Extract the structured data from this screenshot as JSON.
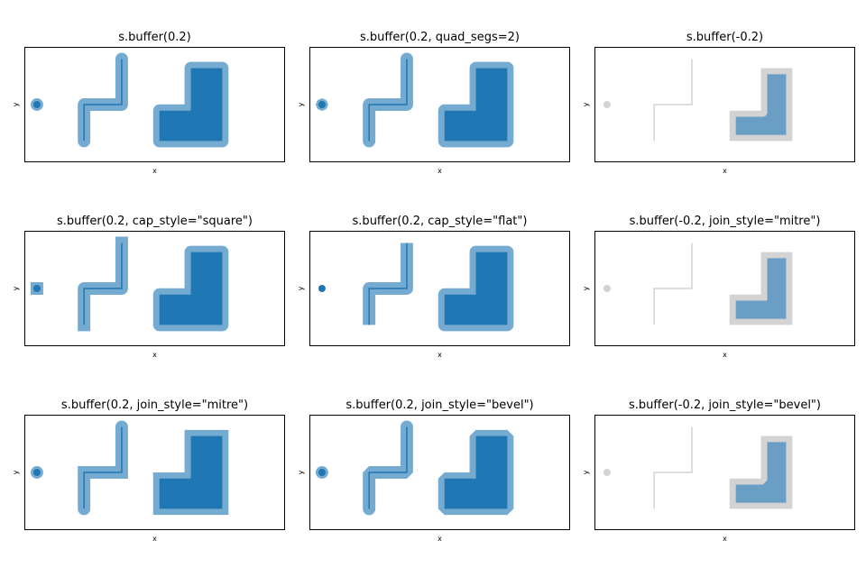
{
  "colors": {
    "buffer": "#76abd1",
    "buffer_negative": "#6a9ec4",
    "original": "#1f77b4",
    "original_negative": "#d3d3d3",
    "frame": "#000000"
  },
  "xlim": [
    -0.4,
    7.9
  ],
  "ylim": [
    -0.4,
    3.4
  ],
  "chart_data": [
    {
      "type": "geometry",
      "title": "s.buffer(0.2)",
      "xlabel": "x",
      "ylabel": "y",
      "distance": 0.2,
      "cap_style": "round",
      "join_style": "round",
      "quad_segs": 8
    },
    {
      "type": "geometry",
      "title": "s.buffer(0.2, quad_segs=2)",
      "xlabel": "x",
      "ylabel": "y",
      "distance": 0.2,
      "cap_style": "round",
      "join_style": "round",
      "quad_segs": 2
    },
    {
      "type": "geometry",
      "title": "s.buffer(-0.2)",
      "xlabel": "x",
      "ylabel": "y",
      "distance": -0.2,
      "cap_style": "round",
      "join_style": "round",
      "quad_segs": 8
    },
    {
      "type": "geometry",
      "title": "s.buffer(0.2, cap_style=\"square\")",
      "xlabel": "x",
      "ylabel": "y",
      "distance": 0.2,
      "cap_style": "square",
      "join_style": "round",
      "quad_segs": 8
    },
    {
      "type": "geometry",
      "title": "s.buffer(0.2, cap_style=\"flat\")",
      "xlabel": "x",
      "ylabel": "y",
      "distance": 0.2,
      "cap_style": "flat",
      "join_style": "round",
      "quad_segs": 8
    },
    {
      "type": "geometry",
      "title": "s.buffer(-0.2, join_style=\"mitre\")",
      "xlabel": "x",
      "ylabel": "y",
      "distance": -0.2,
      "cap_style": "round",
      "join_style": "mitre",
      "quad_segs": 8
    },
    {
      "type": "geometry",
      "title": "s.buffer(0.2, join_style=\"mitre\")",
      "xlabel": "x",
      "ylabel": "y",
      "distance": 0.2,
      "cap_style": "round",
      "join_style": "mitre",
      "quad_segs": 8
    },
    {
      "type": "geometry",
      "title": "s.buffer(0.2, join_style=\"bevel\")",
      "xlabel": "x",
      "ylabel": "y",
      "distance": 0.2,
      "cap_style": "round",
      "join_style": "bevel",
      "quad_segs": 8
    },
    {
      "type": "geometry",
      "title": "s.buffer(-0.2, join_style=\"bevel\")",
      "xlabel": "x",
      "ylabel": "y",
      "distance": -0.2,
      "cap_style": "round",
      "join_style": "bevel",
      "quad_segs": 8
    }
  ],
  "geometries": {
    "point": [
      0.0,
      1.5
    ],
    "line": [
      [
        1.5,
        0.3
      ],
      [
        1.5,
        1.5
      ],
      [
        2.7,
        1.5
      ],
      [
        2.7,
        3.0
      ]
    ],
    "polygon": [
      [
        3.9,
        0.3
      ],
      [
        5.9,
        0.3
      ],
      [
        5.9,
        2.7
      ],
      [
        4.9,
        2.7
      ],
      [
        4.9,
        1.3
      ],
      [
        3.9,
        1.3
      ]
    ]
  }
}
